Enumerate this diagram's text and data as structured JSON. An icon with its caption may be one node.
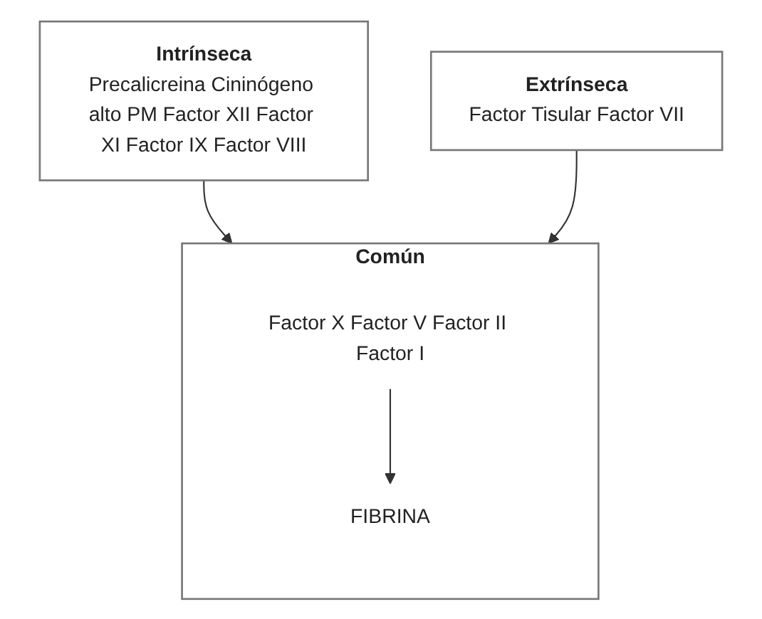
{
  "diagram": {
    "nodes": [
      {
        "text": [
          "Intrínseca",
          "Precalicreina Cininógeno alto PM Factor XII Factor XI Factor IX Factor VIII"
        ]
      },
      {
        "text": [
          "Extrínseca",
          "Factor Tisular Factor VII"
        ]
      },
      {
        "text": [
          "Común"
        ]
      },
      {
        "text": [
          "Factor X Factor V Factor II Factor I"
        ],
        "in": 2
      },
      {
        "text": [
          "FIBRINA"
        ],
        "in": 2
      }
    ],
    "edges": [
      {
        "from": 0,
        "to": 2,
        "arrow": "to"
      },
      {
        "from": 1,
        "to": 2,
        "arrow": "to"
      },
      {
        "from": 3,
        "to": 4,
        "arrow": "to"
      }
    ]
  }
}
